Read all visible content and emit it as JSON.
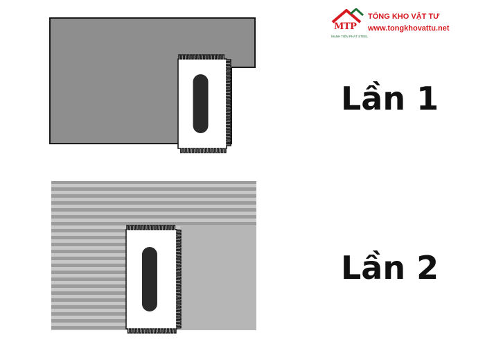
{
  "logo": {
    "mark": "MTP",
    "tagline": "MẠNH TIẾN PHÁT STEEL",
    "brand_name": "TỔNG KHO VẬT TƯ",
    "website": "www.tongkhovattu.net"
  },
  "steps": [
    {
      "label": "Lần 1"
    },
    {
      "label": "Lần 2"
    }
  ],
  "colors": {
    "step1_surface": "#8e8e8e",
    "step2_stripe_dark": "#9c9c9c",
    "step2_stripe_light": "#c8c8c8",
    "step2_plain": "#b6b6b6",
    "trowel": "#ffffff",
    "handle": "#2a2a2a",
    "brand_red": "#d71920",
    "brand_green": "#1f6f35"
  },
  "icons": {
    "logo": "house-roof-icon",
    "trowel": "notched-trowel-icon"
  }
}
